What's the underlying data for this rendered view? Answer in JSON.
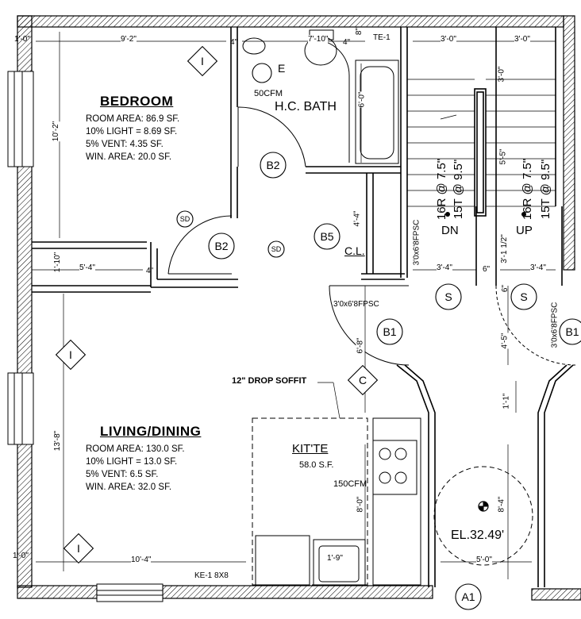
{
  "rooms": {
    "bedroom": {
      "title": "BEDROOM",
      "lines": [
        "ROOM AREA: 86.9 SF.",
        "10% LIGHT = 8.69 SF.",
        "5% VENT: 4.35 SF.",
        "WIN. AREA: 20.0 SF."
      ]
    },
    "living": {
      "title": "LIVING/DINING",
      "lines": [
        "ROOM AREA: 130.0 SF.",
        "10% LIGHT = 13.0 SF.",
        "5% VENT: 6.5 SF.",
        "WIN. AREA: 32.0 SF."
      ]
    },
    "bath": {
      "title": "H.C. BATH",
      "fan": "50CFM"
    },
    "kitchen": {
      "title": "KIT'TE",
      "area": "58.0 S.F.",
      "fan": "150CFM"
    },
    "closet": {
      "title": "C.L."
    }
  },
  "dimensions": {
    "bed_width": "9'-2\"",
    "bed_height": "10'-2\"",
    "bath_width": "7'-10\"",
    "te": "TE-1",
    "stair_w1": "3'-0\"",
    "stair_w2": "3'-0\"",
    "stair_rise_top": "3'-0\"",
    "small_4a": "4\"",
    "small_4b": "4\"",
    "small_8": "8\"",
    "small_4c": "4\"",
    "small_6a": "6\"",
    "small_6b": "6\"",
    "bath_height": "6'-0\"",
    "closet_height": "4'-4\"",
    "closet_w": "5'-4\"",
    "closet_h": "1'-10\"",
    "left_1_0": "1'-0\"",
    "left_1_0b": "1'-0\"",
    "landing1": "3'-4\"",
    "landing2": "3'-4\"",
    "stair_gap": "3'-1 1/2\"",
    "stair_mid": "5'-5\"",
    "hall_h": "6'-8\"",
    "hall2_h": "4'-5\"",
    "hall3": "1'-1\"",
    "living_h": "13'-8\"",
    "living_w": "10'-4\"",
    "kitchen_h": "8'-0\"",
    "elev_h": "8'-4\"",
    "elev_w": "5'-0\"",
    "kit_small": "1'-9\"",
    "ke": "KE-1  8X8"
  },
  "stairs": {
    "dn_risers": "16R @ 7.5\"",
    "dn_treads": "15T @ 9.5\"",
    "dn_label": "DN",
    "up_risers": "16R @ 7.5\"",
    "up_treads": "15T @ 9.5\"",
    "up_label": "UP"
  },
  "doors": {
    "door1": "3'0x6'8FPSC",
    "door2": "3'0x6'8FPSC",
    "door3": "3'0x6'8FPSC"
  },
  "tags": {
    "b2_top": "B2",
    "b2_mid": "B2",
    "b5": "B5",
    "b1_left": "B1",
    "b1_right": "B1",
    "s_left": "S",
    "s_right": "S",
    "a1": "A1",
    "i_bed": "I",
    "i_liv": "I",
    "i_low": "I",
    "c": "C",
    "sd1": "SD",
    "sd2": "SD"
  },
  "notes": {
    "soffit": "12\" DROP SOFFIT",
    "elevation": "EL.32.49'",
    "e": "E"
  }
}
